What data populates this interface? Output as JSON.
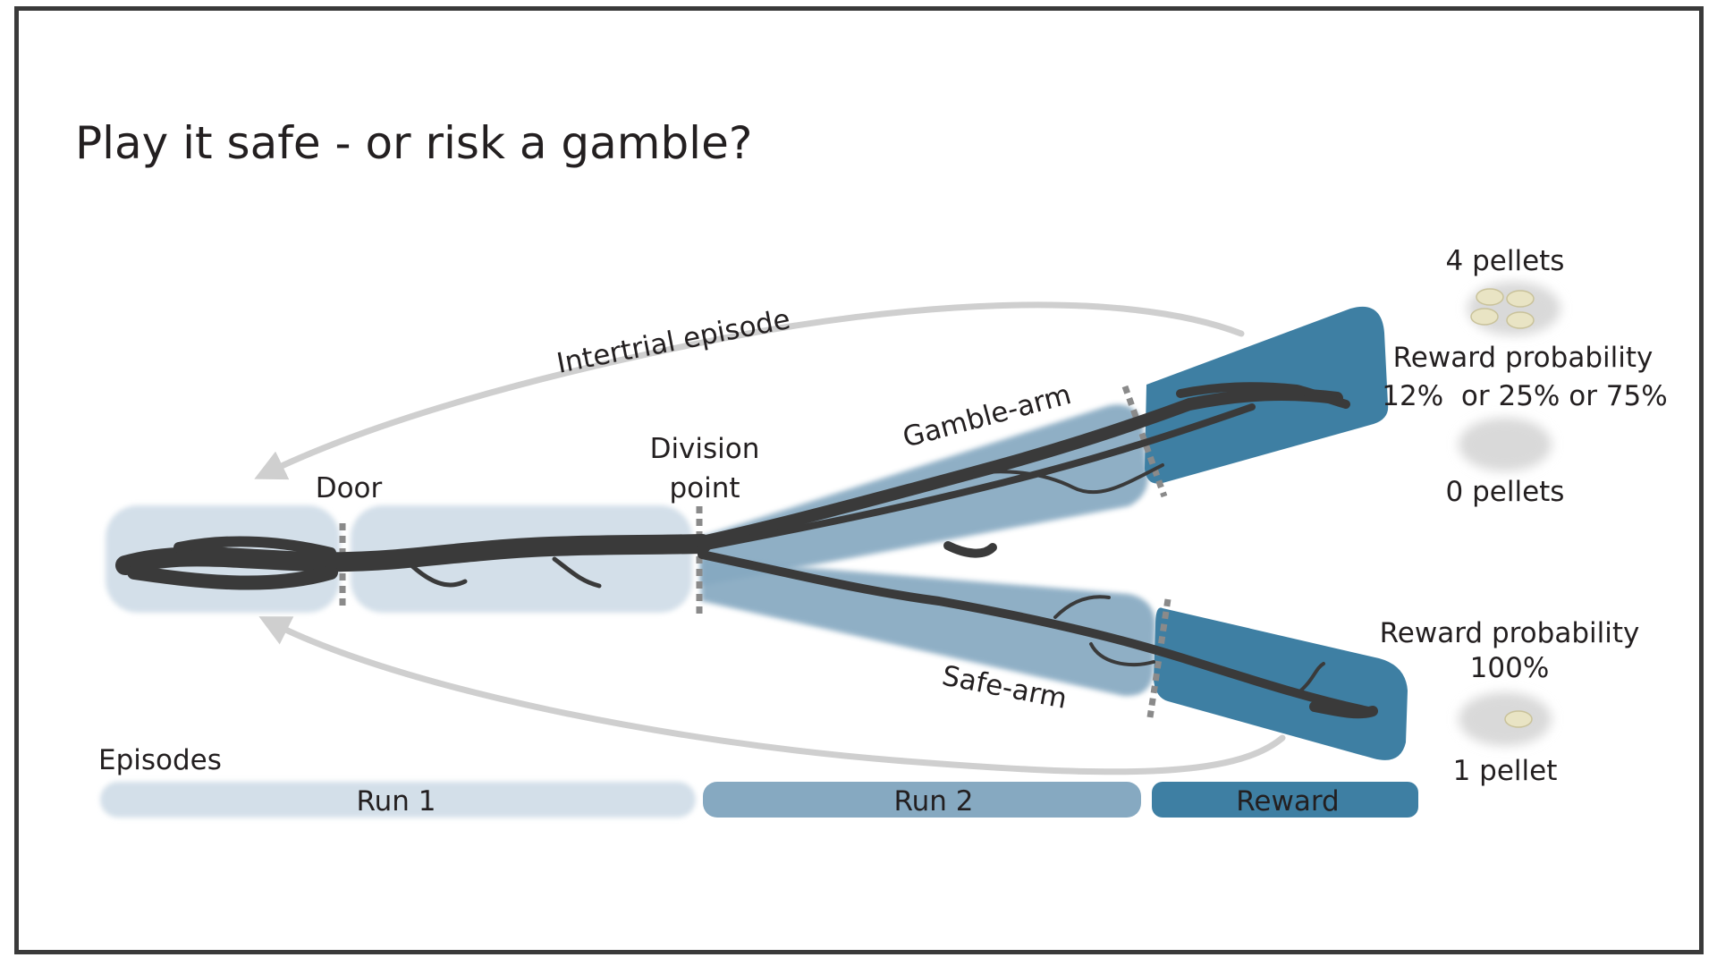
{
  "title": "Play it safe - or risk a gamble?",
  "labels": {
    "intertrial": "Intertrial episode",
    "door": "Door",
    "division_line1": "Division",
    "division_line2": "point",
    "gamble_arm": "Gamble-arm",
    "safe_arm": "Safe-arm",
    "episodes": "Episodes"
  },
  "gamble_reward": {
    "pellets_win": "4 pellets",
    "probability_label": "Reward probability",
    "probability_values": "12%  or 25% or 75%",
    "pellets_lose": "0 pellets"
  },
  "safe_reward": {
    "probability_label": "Reward probability",
    "probability_value": "100%",
    "pellets": "1 pellet"
  },
  "episode_bars": [
    {
      "label": "Run 1",
      "color": "#d3dfe9"
    },
    {
      "label": "Run 2",
      "color": "#86a9c1"
    },
    {
      "label": "Reward",
      "color": "#3e7fa3"
    }
  ],
  "colors": {
    "run1_zone": "#d3dfe9",
    "run2_zone": "#86a9c1",
    "reward_zone": "#3e7fa3",
    "trajectory": "#3a3a3a",
    "arrow": "#cfcfcf",
    "divider": "#8a8a8a",
    "pellet": "#e9e4c4",
    "pellet_tray": "#d9d9d9"
  }
}
